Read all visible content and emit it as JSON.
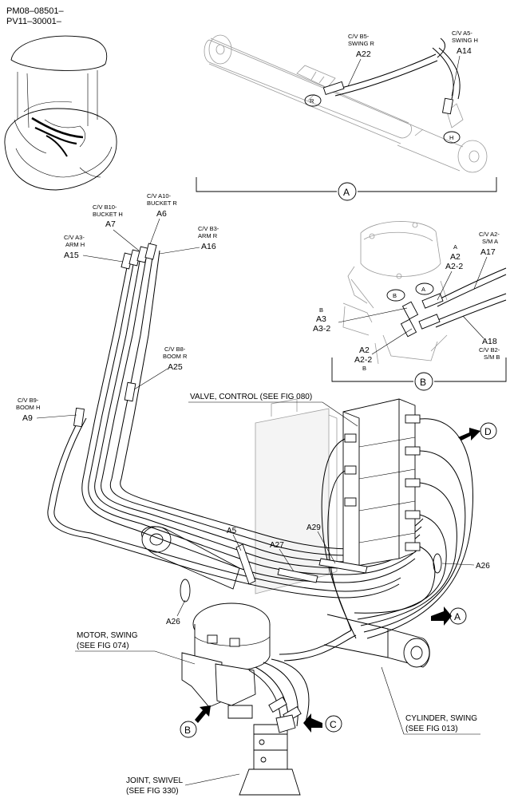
{
  "header": {
    "serial_line_1": "PM08–08501–",
    "serial_line_2": "PV11–30001–"
  },
  "detail_a": {
    "callout": "A",
    "port_r": "R",
    "port_h": "H",
    "label_a22_desc1": "C/V B5-",
    "label_a22_desc2": "SWING R",
    "label_a22_id": "A22",
    "label_a14_desc1": "C/V A5-",
    "label_a14_desc2": "SWING H",
    "label_a14_id": "A14"
  },
  "detail_b": {
    "callout": "B",
    "port_a": "A",
    "port_b": "B",
    "a17_desc1": "C/V A2-",
    "a17_desc2": "S/M A",
    "a17_id": "A17",
    "a2_group_tag": "A",
    "a2_id": "A2",
    "a2_2_id": "A2-2",
    "a3_group_tag": "B",
    "a3_id": "A3",
    "a3_2_id": "A3-2",
    "a18_id": "A18",
    "a18_desc1": "C/V B2-",
    "a18_desc2": "S/M B",
    "a2b_id": "A2",
    "a2b_2_id": "A2-2",
    "a2b_tag": "B"
  },
  "hose_labels": {
    "a7_desc1": "C/V B10-",
    "a7_desc2": "BUCKET H",
    "a7_id": "A7",
    "a6_desc1": "C/V A10-",
    "a6_desc2": "BUCKET R",
    "a6_id": "A6",
    "a15_desc1": "C/V A3-",
    "a15_desc2": "ARM H",
    "a15_id": "A15",
    "a16_desc1": "C/V B3-",
    "a16_desc2": "ARM R",
    "a16_id": "A16",
    "a25_desc1": "C/V B8-",
    "a25_desc2": "BOOM R",
    "a25_id": "A25",
    "a9_desc1": "C/V B9-",
    "a9_desc2": "BOOM H",
    "a9_id": "A9",
    "a5_id": "A5",
    "a27_id": "A27",
    "a29_id": "A29",
    "a26_right_id": "A26",
    "a26_left_id": "A26"
  },
  "references": {
    "valve_control": "VALVE, CONTROL (SEE FIG 080)",
    "motor_line1": "MOTOR, SWING",
    "motor_line2": "(SEE FIG 074)",
    "cylinder_line1": "CYLINDER, SWING",
    "cylinder_line2": "(SEE FIG 013)",
    "joint_line1": "JOINT, SWIVEL",
    "joint_line2": "(SEE FIG 330)"
  },
  "view_arrows": {
    "d": "D",
    "a": "A",
    "b": "B",
    "c": "C"
  }
}
